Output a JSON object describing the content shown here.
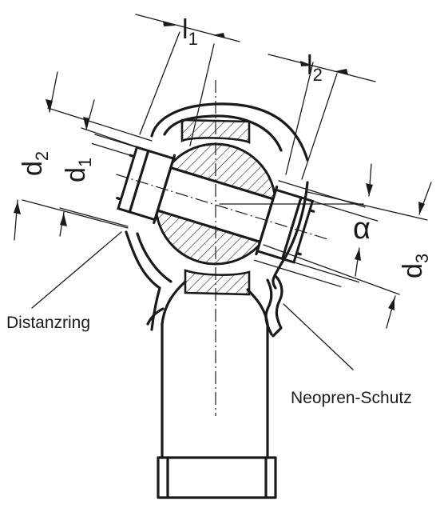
{
  "labels": {
    "l1": "l",
    "l1_sub": "1",
    "l2": "l",
    "l2_sub": "2",
    "d2": "d",
    "d2_sub": "2",
    "d1": "d",
    "d1_sub": "1",
    "d3": "d",
    "d3_sub": "3",
    "alpha": "α",
    "distanzring": "Distanzring",
    "neopren": "Neopren-Schutz"
  }
}
